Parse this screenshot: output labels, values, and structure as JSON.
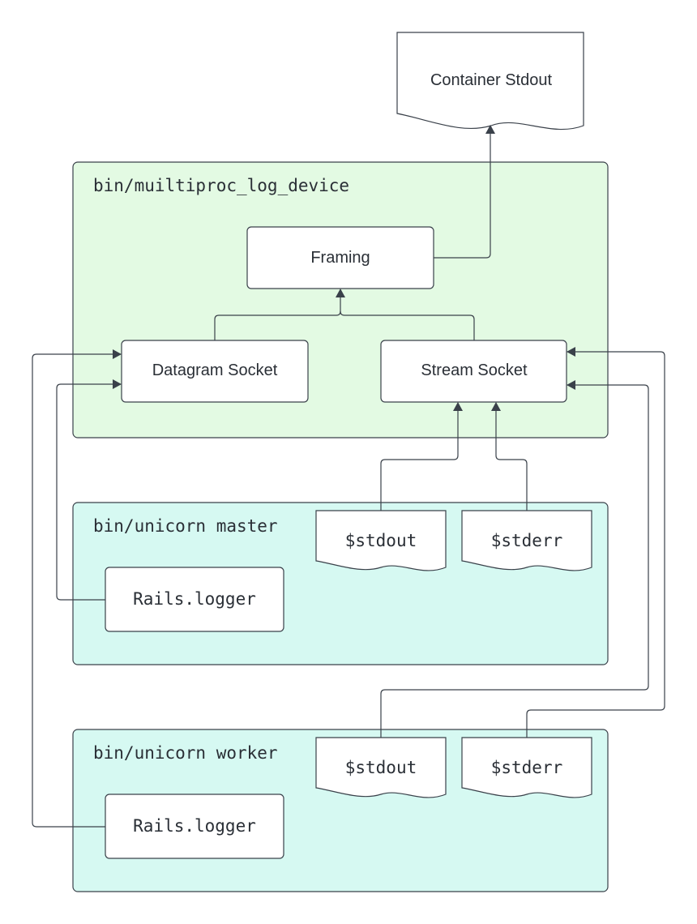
{
  "output": {
    "label": "Container Stdout"
  },
  "log_device": {
    "title": "bin/muiltiproc_log_device",
    "fill": "#e3fae3",
    "framing": "Framing",
    "datagram_socket": "Datagram Socket",
    "stream_socket": "Stream Socket"
  },
  "unicorn_master": {
    "title": "bin/unicorn master",
    "fill": "#d6f9f2",
    "stdout": "$stdout",
    "stderr": "$stderr",
    "logger": "Rails.logger"
  },
  "unicorn_worker": {
    "title": "bin/unicorn worker",
    "fill": "#d6f9f2",
    "stdout": "$stdout",
    "stderr": "$stderr",
    "logger": "Rails.logger"
  },
  "colors": {
    "stroke": "#3a414a",
    "text": "#2a2f36",
    "node_fill": "#ffffff"
  }
}
